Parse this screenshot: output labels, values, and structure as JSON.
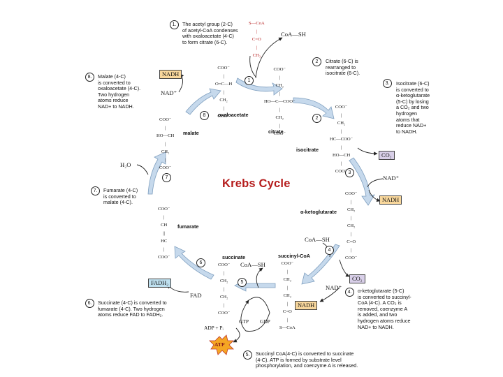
{
  "title": "Krebs Cycle",
  "notes": {
    "n1": {
      "num": "1.",
      "text": "The acetyl group (2-C)\nof acetyl-CoA condenses\nwith oxaloacetate (4-C)\nto form citrate (6-C)."
    },
    "n2": {
      "num": "2",
      "text": "Citrate (6-C) is\nrearranged to\nisocitrate (6-C)."
    },
    "n3": {
      "num": "3.",
      "text": "Isocitrate (6-C)\nis converted to\nα-ketoglutarate\n(5-C) by losing\na CO₂ and two\nhydrogen\natoms that\nreduce NAD+\nto NADH."
    },
    "n4": {
      "num": "4.",
      "text": "α-ketoglutarate (5-C)\nis converted to succinyl-\nCoA (4-C). A CO₂ is\nremoved, coenzyme A\nis added, and two\nhydrogen atoms reduce\nNAD+ to NADH."
    },
    "n5": {
      "num": "5.",
      "text": "Succinyl CoA(4-C) is converted to succinate\n(4-C). ATP is formed by substrate level\nphosphorylation, and coenzyme A is released."
    },
    "n6": {
      "num": "6.",
      "text": "Succinate (4-C) is converted to\nfumarate (4-C). Two hydrogen\natoms reduce FAD to FADH₂."
    },
    "n7": {
      "num": "7.",
      "text": "Fumarate (4-C)\nis converted to\nmalate (4-C)."
    },
    "n8": {
      "num": "8.",
      "text": "Malate (4-C)\nis converted to\noxaloacetate (4-C).\nTwo hydrogen\natoms reduce\nNAD+ to NADH."
    }
  },
  "step_circles": [
    "1",
    "2",
    "3",
    "4",
    "5",
    "6",
    "7",
    "8"
  ],
  "molecules": {
    "oxaloacetate": "oxaloacetate",
    "citrate": "citrate",
    "isocitrate": "isocitrate",
    "ketoglutarate": "α-ketoglutarate",
    "succinyl_coa": "succinyl-CoA",
    "succinate": "succinate",
    "fumarate": "fumarate",
    "malate": "malate"
  },
  "structures": {
    "acetyl": "S—CoA\n|\nC=O\n|\nCH₃",
    "oxaloacetate": "COO⁻\n|\nO=C—H\n|\nCH₂\n|\nCOO⁻",
    "citrate": "COO⁻\n|\nCH₂\n|\nHO—C—COO⁻\n|\nCH₂\n|\nCOO⁻",
    "isocitrate": "COO⁻\n|\nCH₂\n|\nHC—COO⁻\n|\nHO—CH\n|\nCOO⁻",
    "ketoglutarate": "COO⁻\n|\nCH₂\n|\nCH₂\n|\nC=O\n|\nCOO⁻",
    "succinyl_coa": "COO⁻\n|\nCH₂\n|\nCH₂\n|\nC=O\n|\nS—CoA",
    "succinate": "COO⁻\n|\nCH₂\n|\nCH₂\n|\nCOO⁻",
    "fumarate": "COO⁻\n|\nCH\n||\nHC\n|\nCOO⁻",
    "malate": "COO⁻\n|\nHO—CH\n|\nCH₂\n|\nCOO⁻"
  },
  "chemicals": {
    "coa_sh_top": "CoA—SH",
    "co2_3": "CO₂",
    "nad_3": "NAD⁺",
    "nadh_3": "NADH",
    "coa_sh_4": "CoA—SH",
    "co2_4": "CO₂",
    "nad_4": "NAD⁺",
    "nadh_4": "NADH",
    "coa_sh_5": "CoA—SH",
    "gtp": "GTP",
    "gdp": "GDP",
    "adp": "ADP + Pᵢ",
    "atp": "ATP",
    "fad": "FAD",
    "fadh2": "FADH₂",
    "h2o": "H₂O",
    "nadh_8": "NADH",
    "nad_8": "NAD⁺"
  },
  "colors": {
    "arrow_fill": "#c6d9ec",
    "arrow_stroke": "#7f9fbf",
    "nadh_fill": "#f8d79c",
    "co2_fill": "#d8cfe8",
    "fadh2_fill": "#bfe0ef",
    "atp_fill": "#f5a623",
    "title_color": "#b51c1c"
  }
}
